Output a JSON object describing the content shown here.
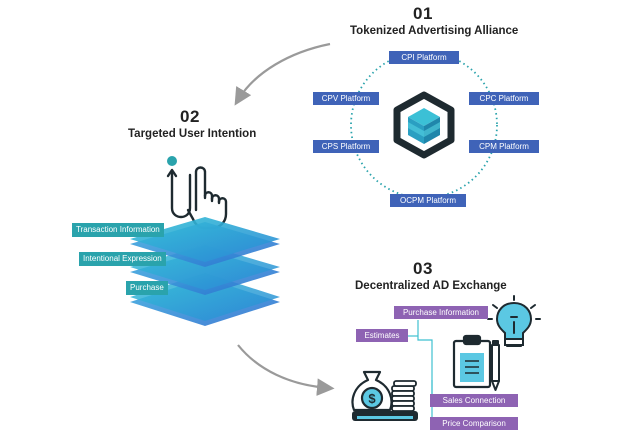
{
  "section1": {
    "number": "01",
    "title": "Tokenized Advertising Alliance",
    "platforms": [
      "CPI Platform",
      "CPV Platform",
      "CPC Platform",
      "CPS Platform",
      "CPM Platform",
      "OCPM Platform"
    ]
  },
  "section2": {
    "number": "02",
    "title": "Targeted User Intention",
    "layers": [
      "Transaction Information",
      "Intentional Expression",
      "Purchase"
    ]
  },
  "section3": {
    "number": "03",
    "title": "Decentralized AD Exchange",
    "items": [
      "Purchase Information",
      "Estimates",
      "Sales Connection",
      "Price Comparison"
    ]
  },
  "colors": {
    "blue": "#3f63b8",
    "teal": "#2aa3ac",
    "purple": "#8e63b3",
    "dark": "#1e2a30",
    "arrow": "#9a9a9a"
  },
  "icons": [
    "hexagon-logo-icon",
    "hand-pointer-icon",
    "money-bag-icon",
    "coin-stack-icon",
    "clipboard-icon",
    "pencil-icon",
    "lightbulb-icon"
  ]
}
